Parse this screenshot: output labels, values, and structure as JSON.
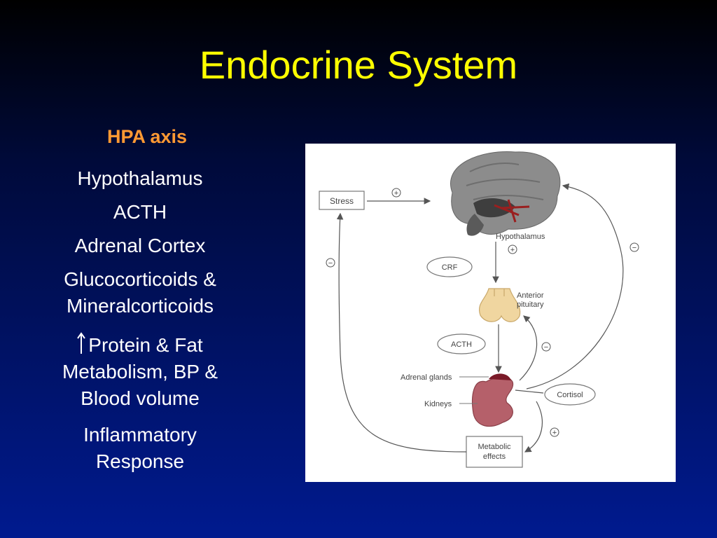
{
  "slide": {
    "title": "Endocrine System",
    "subtitle": "HPA axis",
    "items": [
      "Hypothalamus",
      "ACTH",
      "Adrenal Cortex",
      "Glucocorticoids &",
      "Mineralcorticoids",
      "Protein & Fat",
      "Metabolism, BP &",
      "Blood volume",
      "Inflammatory",
      "Response"
    ]
  },
  "diagram": {
    "labels": {
      "stress": "Stress",
      "hypothalamus": "Hypothalamus",
      "crf": "CRF",
      "anterior_pituitary_1": "Anterior",
      "anterior_pituitary_2": "pituitary",
      "acth": "ACTH",
      "adrenal_glands": "Adrenal glands",
      "kidneys": "Kidneys",
      "cortisol": "Cortisol",
      "metabolic_1": "Metabolic",
      "metabolic_2": "effects"
    },
    "signs": {
      "plus": "+",
      "minus": "−"
    },
    "colors": {
      "background_top": "#000000",
      "background_bottom": "#001a8f",
      "title": "#ffff00",
      "subtitle": "#ff9933",
      "text": "#ffffff",
      "kidney": "#b5606a",
      "pituitary": "#f0d6a0",
      "brain": "#8c8c8c"
    }
  }
}
